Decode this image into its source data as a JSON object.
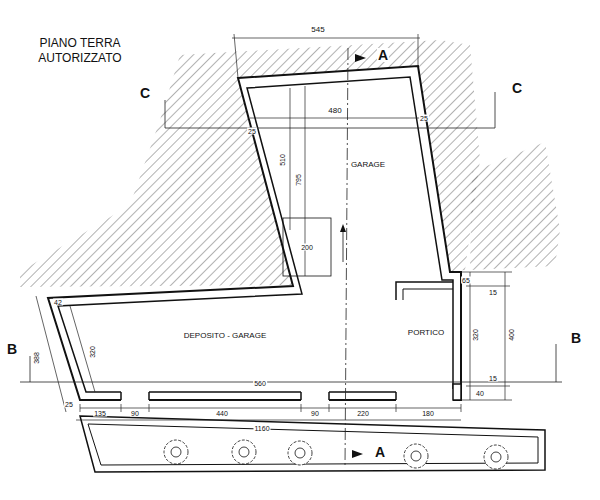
{
  "diagram": {
    "title": "PIANO TERRA AUTORIZZATO",
    "labels": [
      "A",
      "C",
      "C",
      "545",
      "480",
      "25",
      "25",
      "510",
      "795",
      "GARAGE",
      "200",
      "65",
      "15",
      "42",
      "DEPOSITO - GARAGE",
      "PORTICO",
      "320",
      "388",
      "320",
      "400",
      "B",
      "B",
      "560",
      "15",
      "40",
      "25",
      "135",
      "90",
      "440",
      "90",
      "220",
      "180",
      "1160",
      "A"
    ]
  }
}
